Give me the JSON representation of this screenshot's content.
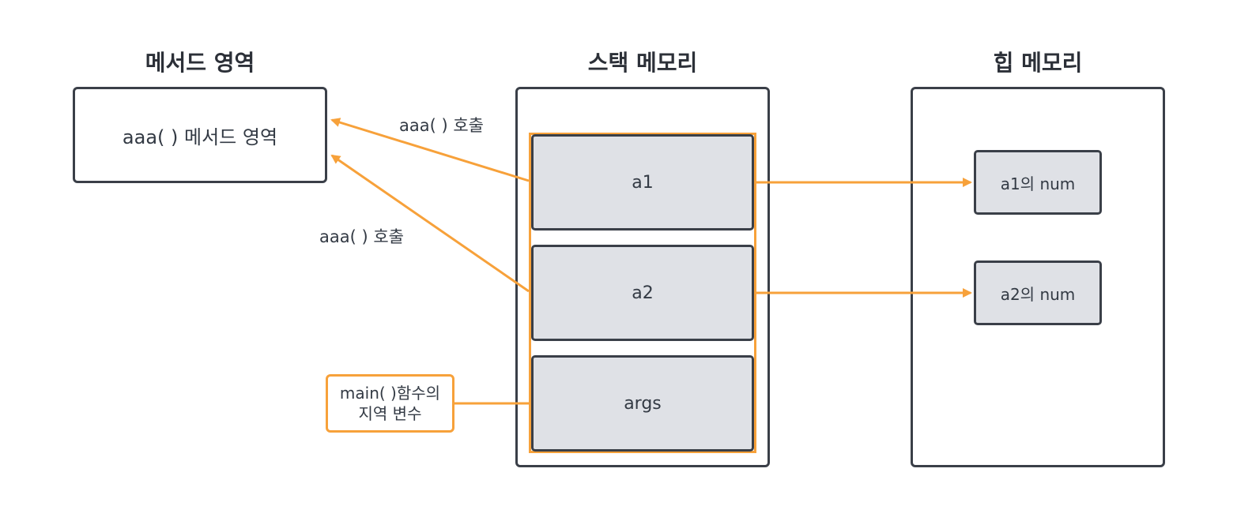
{
  "titles": {
    "method_area": "메서드 영역",
    "stack_memory": "스택 메모리",
    "heap_memory": "힙 메모리"
  },
  "method_area": {
    "content": "aaa( ) 메서드 영역"
  },
  "stack": {
    "frames": [
      "a1",
      "a2",
      "args"
    ]
  },
  "heap": {
    "objects": [
      "a1의 num",
      "a2의 num"
    ]
  },
  "edge_labels": {
    "call_1": "aaa( ) 호출",
    "call_2": "aaa( ) 호출"
  },
  "note": {
    "line1": "main( )함수의",
    "line2": "지역 변수"
  },
  "colors": {
    "accent": "#f7a13a",
    "border": "#3a3f48",
    "cell_fill": "#dfe1e6"
  }
}
